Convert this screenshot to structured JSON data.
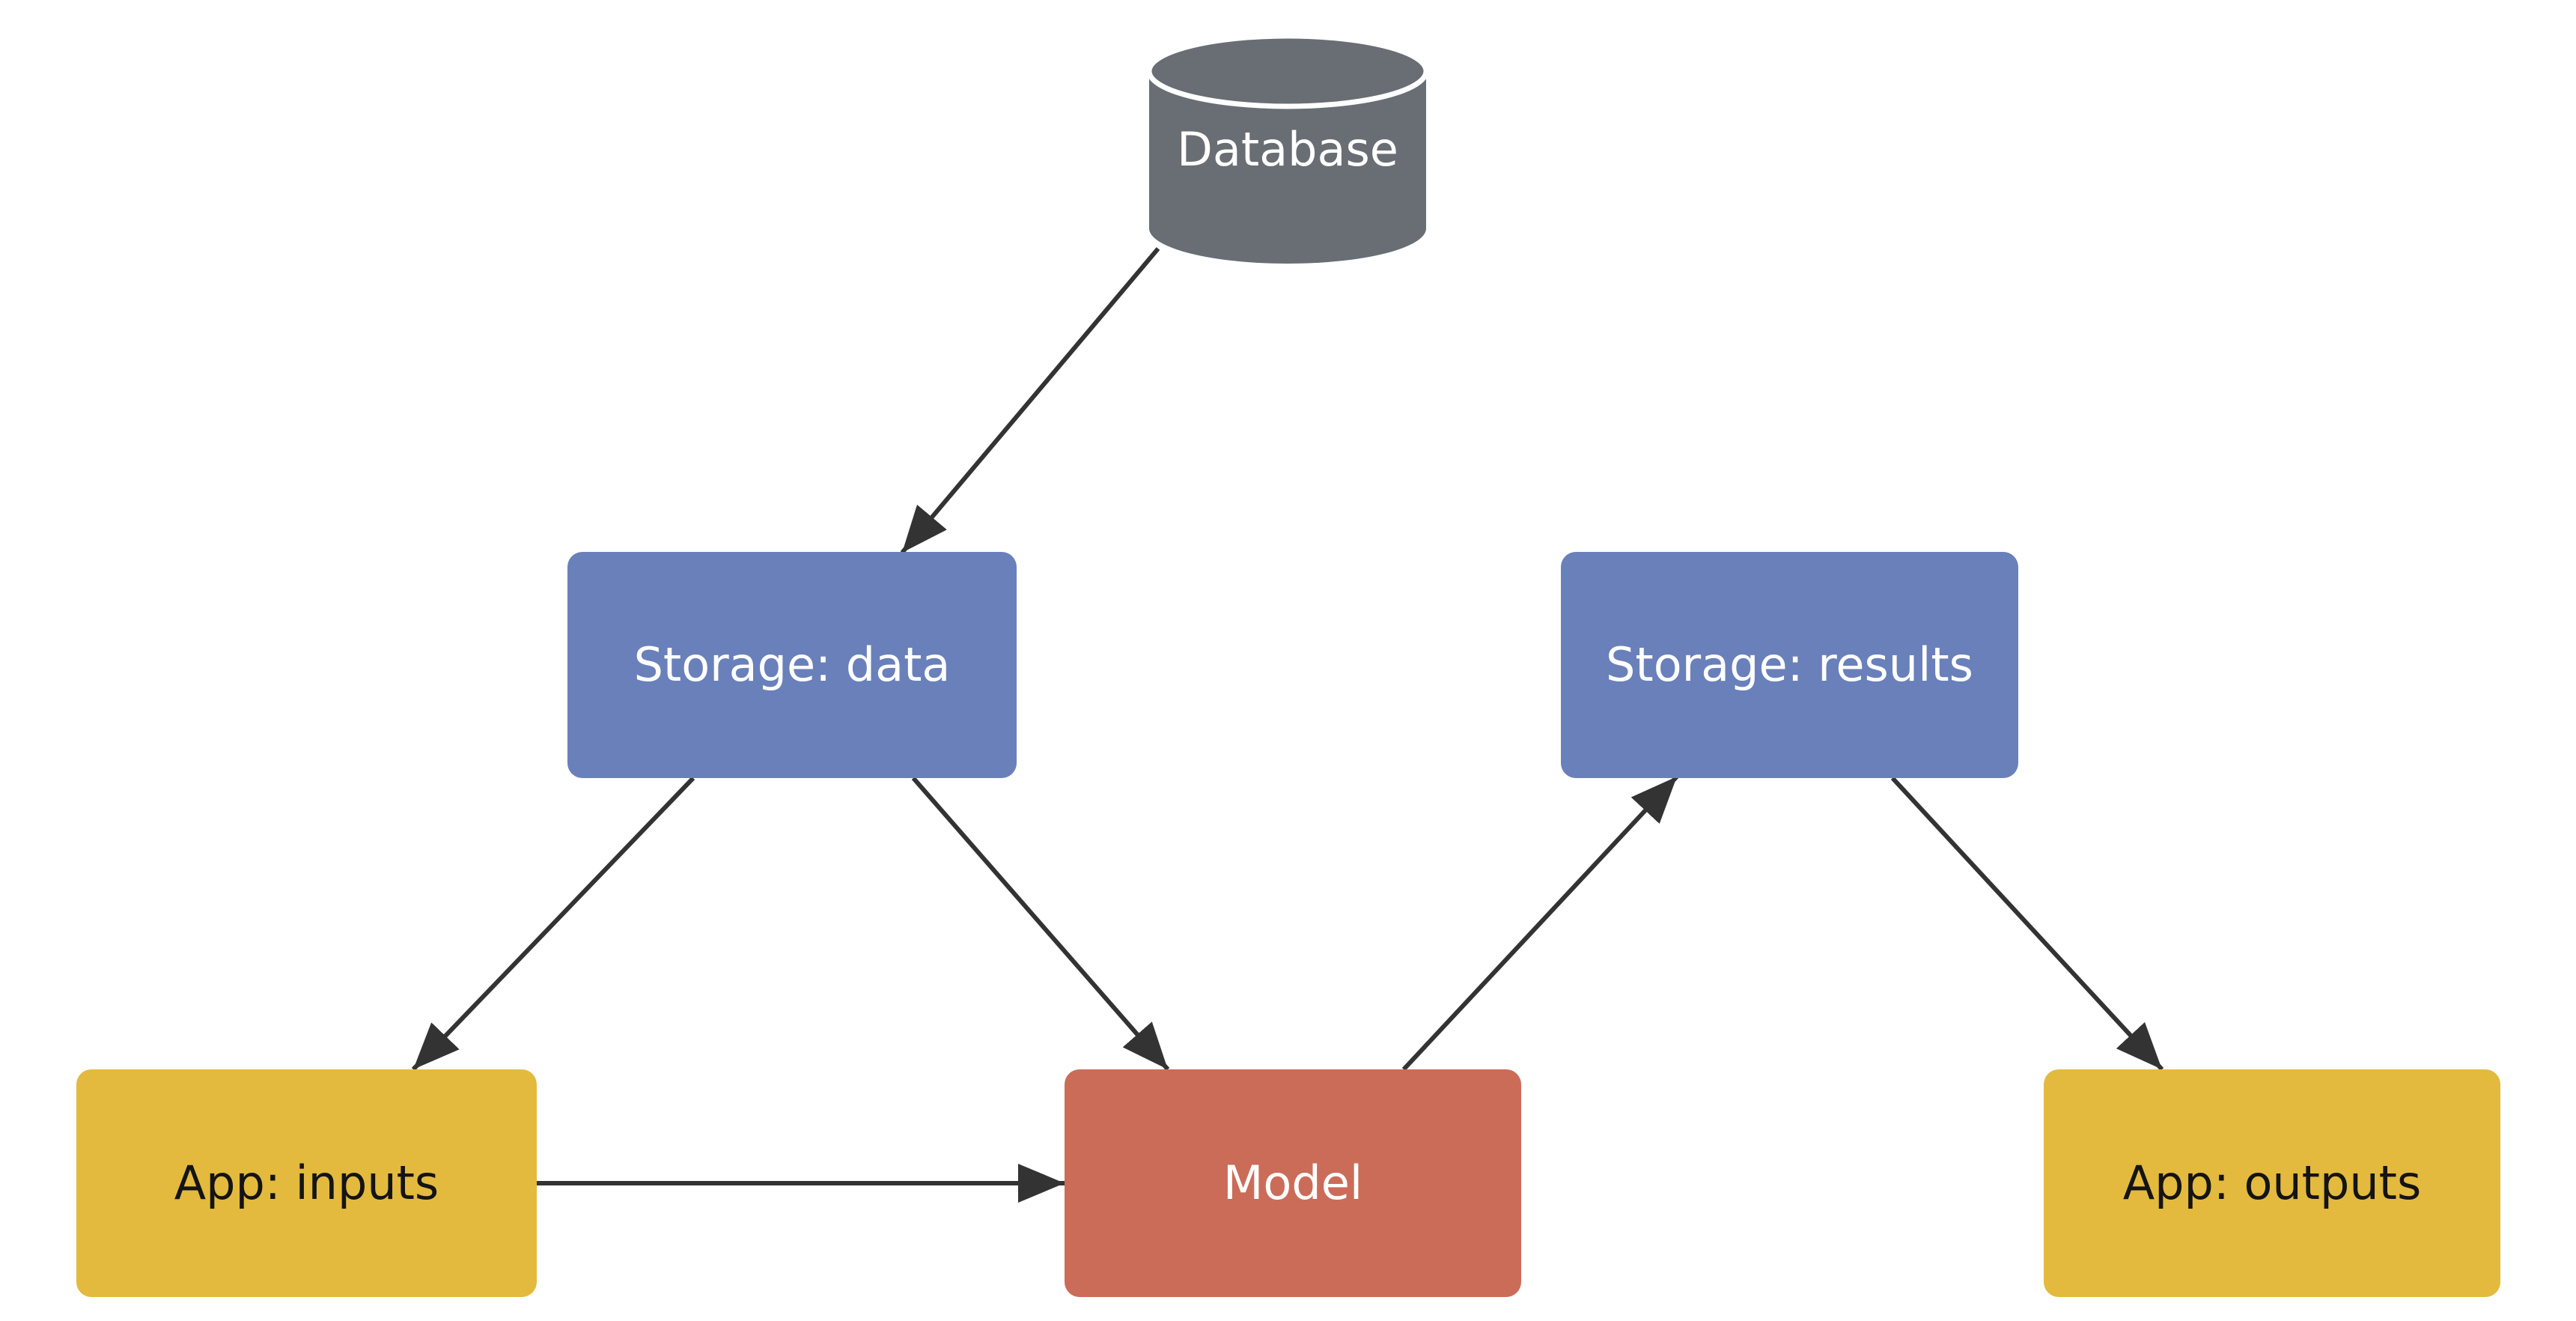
{
  "diagram": {
    "type": "flowchart",
    "background": "#ffffff",
    "edge_color": "#333333",
    "nodes": [
      {
        "id": "database",
        "label": "Database",
        "shape": "cylinder",
        "fill": "#686e74",
        "text_color": "#ffffff"
      },
      {
        "id": "storage_data",
        "label": "Storage: data",
        "shape": "rounded-rect",
        "fill": "#6980ba",
        "text_color": "#ffffff"
      },
      {
        "id": "storage_results",
        "label": "Storage: results",
        "shape": "rounded-rect",
        "fill": "#6980ba",
        "text_color": "#ffffff"
      },
      {
        "id": "app_inputs",
        "label": "App: inputs",
        "shape": "rounded-rect",
        "fill": "#e3ba3e",
        "text_color": "#141414"
      },
      {
        "id": "model",
        "label": "Model",
        "shape": "rounded-rect",
        "fill": "#cb6c59",
        "text_color": "#ffffff"
      },
      {
        "id": "app_outputs",
        "label": "App: outputs",
        "shape": "rounded-rect",
        "fill": "#e3ba3e",
        "text_color": "#141414"
      }
    ],
    "edges": [
      {
        "from": "database",
        "to": "storage_data",
        "arrow": "filled-triangle"
      },
      {
        "from": "storage_data",
        "to": "app_inputs",
        "arrow": "filled-triangle"
      },
      {
        "from": "storage_data",
        "to": "model",
        "arrow": "filled-triangle"
      },
      {
        "from": "app_inputs",
        "to": "model",
        "arrow": "filled-triangle"
      },
      {
        "from": "model",
        "to": "storage_results",
        "arrow": "filled-triangle"
      },
      {
        "from": "storage_results",
        "to": "app_outputs",
        "arrow": "filled-triangle"
      }
    ]
  }
}
